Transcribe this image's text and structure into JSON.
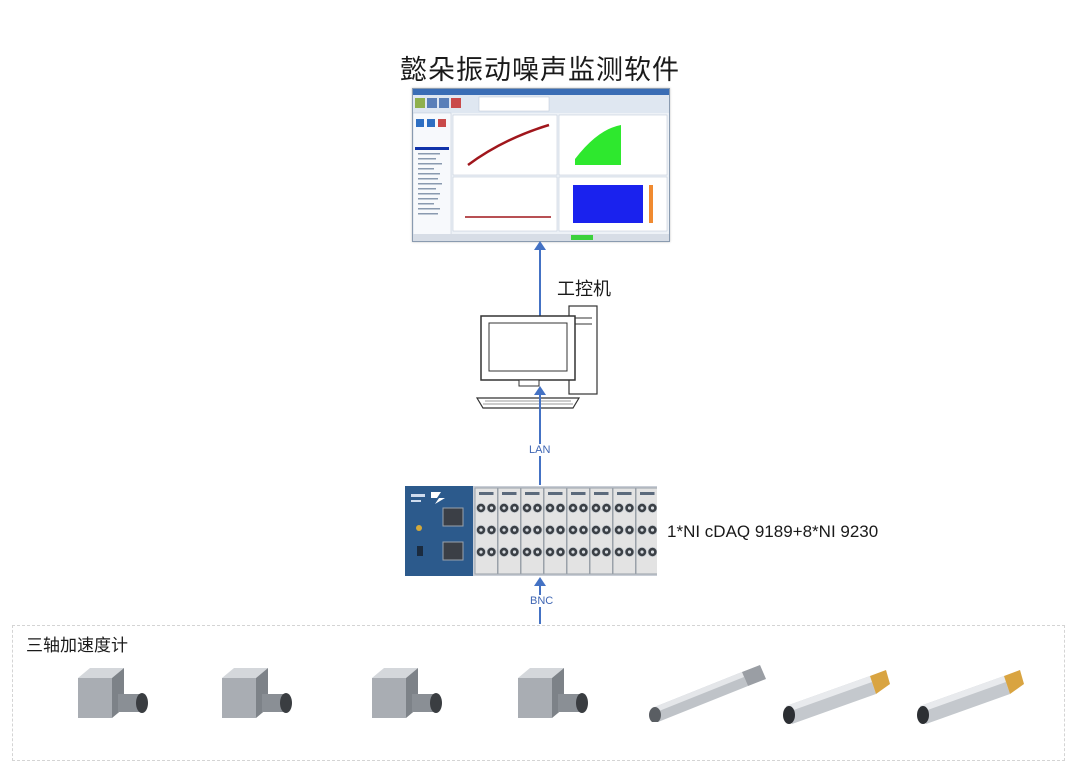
{
  "title": "懿朵振动噪声监测软件",
  "ipc_label": "工控机",
  "lan_label": "LAN",
  "bnc_label": "BNC",
  "daq_label": "1*NI cDAQ 9189+8*NI 9230",
  "sensor_group_label": "三轴加速度计",
  "colors": {
    "arrow": "#4472c4",
    "chassis": "#2c5a8c",
    "module": "#e3e3e3"
  },
  "icons": [
    "software-screenshot-image",
    "computer-icon",
    "daq-chassis-image",
    "accelerometer-image",
    "microphone-image"
  ]
}
